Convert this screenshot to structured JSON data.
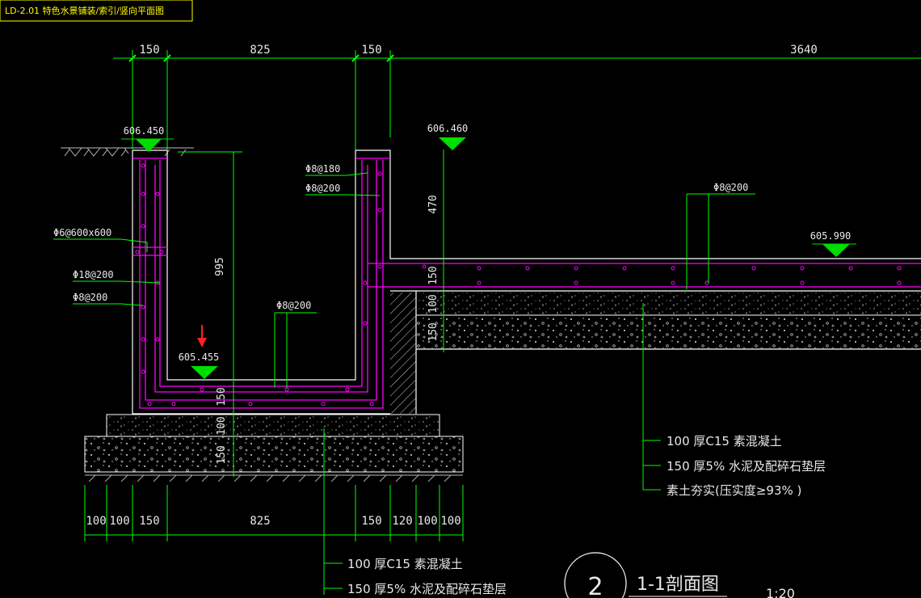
{
  "title_block": {
    "text": "LD-2.01  特色水景铺装/索引/竖向平面图"
  },
  "dims_top": [
    "150",
    "825",
    "150",
    "3640"
  ],
  "dims_bottom": [
    "100",
    "100",
    "150",
    "825",
    "150",
    "120",
    "100",
    "100"
  ],
  "dims_vertical": [
    "995",
    "470",
    "150",
    "100",
    "150",
    "150",
    "100",
    "150"
  ],
  "elevations": [
    "606.450",
    "606.460",
    "605.455",
    "605.990"
  ],
  "rebar": [
    "Φ8@180",
    "Φ8@200",
    "Φ6@600x600",
    "Φ18@200",
    "Φ8@200",
    "Φ8@200",
    "Φ8@200"
  ],
  "layers_right": [
    "100  厚C15  素混凝土",
    "150  厚5% 水泥及配碎石垫层",
    "素土夯实(压实度≥93% )"
  ],
  "layers_bottom": [
    "100  厚C15  素混凝土",
    "150  厚5% 水泥及配碎石垫层"
  ],
  "section": {
    "number": "2",
    "name": "1-1剖面图",
    "scale": "1:20"
  },
  "colors": {
    "dim": "#00ff00",
    "rebar": "#ff00ff",
    "line": "#ffffff",
    "marker": "#00dd00",
    "arrow": "#ff2020",
    "title": "#ffff00"
  }
}
